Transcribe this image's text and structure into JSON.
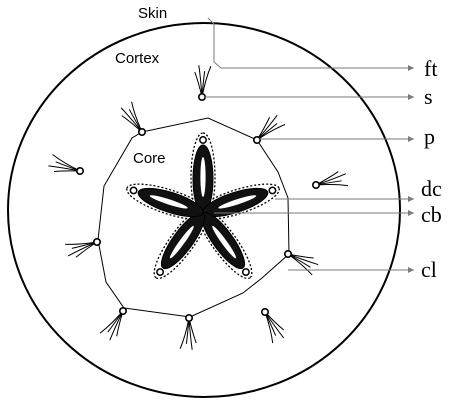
{
  "diagram": {
    "labels": {
      "skin": "Skin",
      "cortex": "Cortex",
      "core": "Core"
    },
    "callouts": [
      {
        "id": "ft",
        "text": "ft"
      },
      {
        "id": "s",
        "text": "s"
      },
      {
        "id": "p",
        "text": "p"
      },
      {
        "id": "dc",
        "text": "dc"
      },
      {
        "id": "cb",
        "text": "cb"
      },
      {
        "id": "cl",
        "text": "cl"
      }
    ]
  },
  "colors": {
    "line": "#000000",
    "leader": "#7a7a7a",
    "fill": "#ffffff",
    "carpel": "#111111"
  }
}
